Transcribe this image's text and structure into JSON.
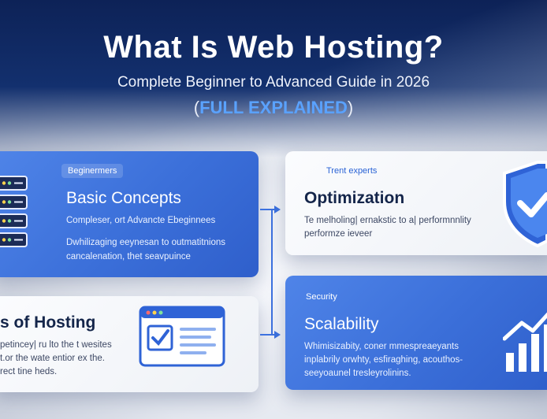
{
  "header": {
    "title": "What Is Web Hosting?",
    "subtitle": "Complete Beginner to Advanced Guide in 2026",
    "paren_open": "(",
    "highlight": "FULL EXPLAINED",
    "paren_close": ")"
  },
  "cards": {
    "basic": {
      "tag": "Beginermers",
      "title": "Basic Concepts",
      "line1": "Compleser, ort Advancte Ebeginnees",
      "line2": "Dwhilizaging eeynesan to outmatitnions",
      "line3": "cancalenation, thet seavpuince",
      "icon": "server-rack-icon"
    },
    "types": {
      "title": "s of Hosting",
      "line1": "petincey| ru lto the t wesites",
      "line2": "t.or the wate entior ex the.",
      "line3": "rect tine heds.",
      "icon": "web-browser-checkbox-icon"
    },
    "optimization": {
      "tag": "Trent experts",
      "title": "Optimization",
      "line1": "Te melholing| ernakstic to a| performnnlity",
      "line2": "performze ieveer",
      "icon": "shield-check-icon"
    },
    "scalability": {
      "tag": "Security",
      "title": "Scalability",
      "line1": "Whimisizabity, coner mmespreaeyants",
      "line2": "inplabrily orwhty, esfiraghing, acouthos-",
      "line3": "seeyoaunel tresleyrolinins.",
      "icon": "bar-chart-growth-icon"
    }
  },
  "colors": {
    "navy": "#0d2257",
    "accent": "#3d72e0",
    "highlight": "#5aa2ff"
  }
}
